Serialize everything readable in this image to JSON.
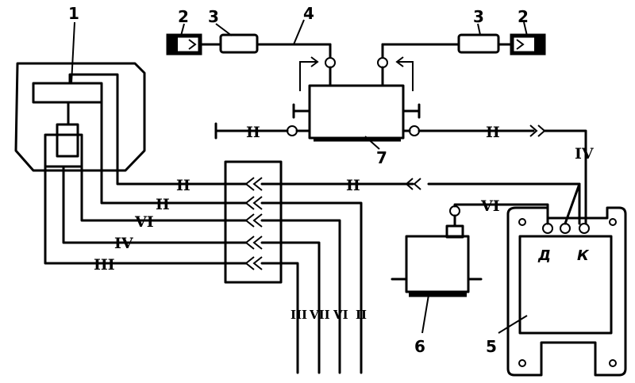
{
  "callouts": {
    "c1": "1",
    "c2_left": "2",
    "c2_right": "2",
    "c3_left": "3",
    "c3_right": "3",
    "c4": "4",
    "c5": "5",
    "c6": "6",
    "c7": "7"
  },
  "wire_labels": {
    "top_left_ii": "II",
    "top_right_ii": "II",
    "right_iv": "IV",
    "row1_left_ii": "II",
    "row1_right_ii": "II",
    "row2_ii": "II",
    "row3_vi": "VI",
    "row4_iv": "IV",
    "row5_iii": "III",
    "unit6_vi": "VI",
    "bottom_iii": "III",
    "bottom_vii": "VII",
    "bottom_vi": "VI",
    "bottom_ii": "II"
  },
  "terminals": {
    "d": "Д",
    "k": "К"
  }
}
